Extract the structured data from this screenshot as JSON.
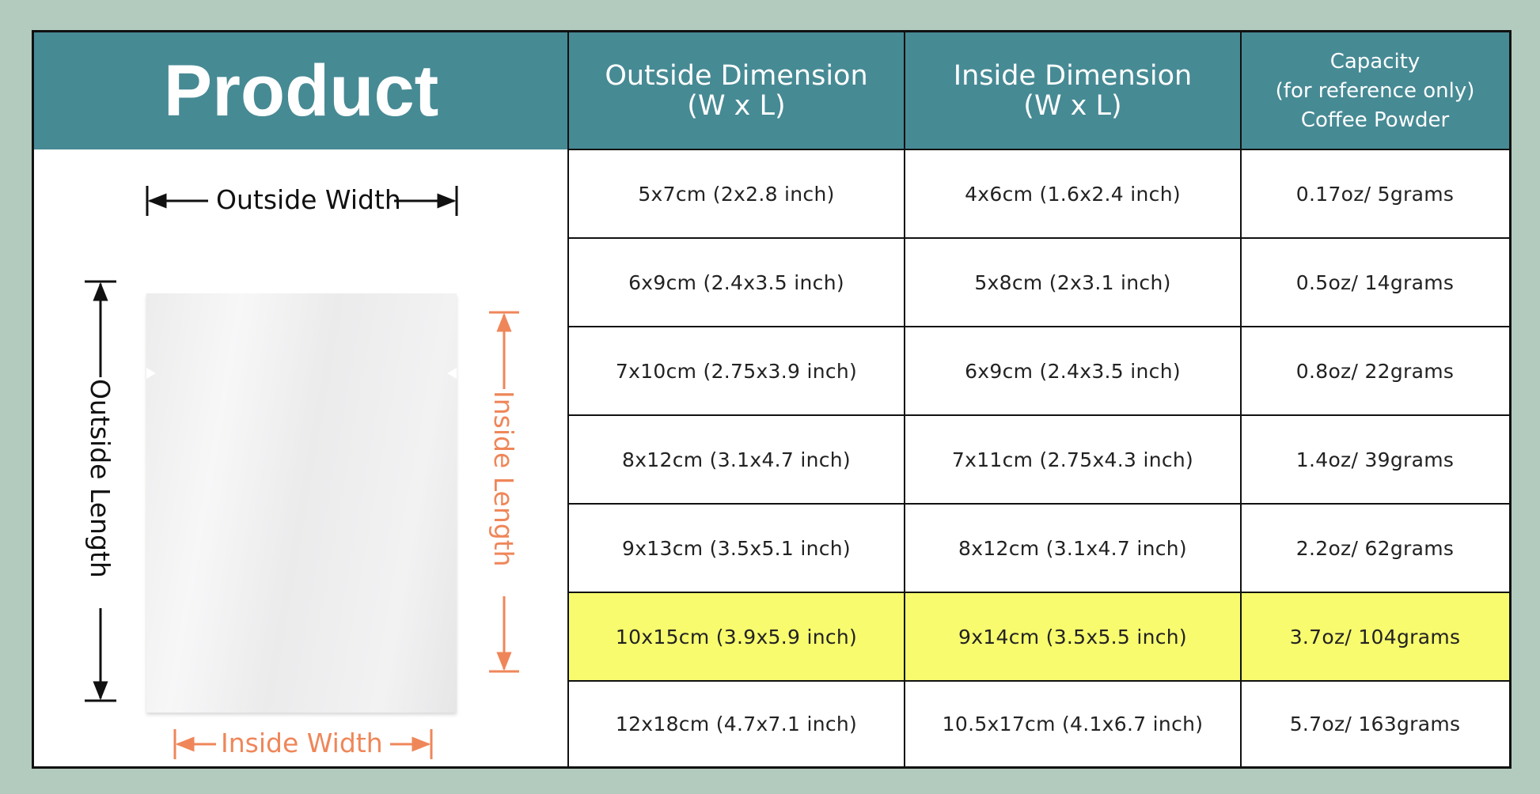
{
  "header": {
    "product": "Product",
    "outside_dimension": [
      "Outside Dimension",
      "(W x L)"
    ],
    "inside_dimension": [
      "Inside Dimension",
      "(W x L)"
    ],
    "capacity": [
      "Capacity",
      "(for reference only)",
      "Coffee Powder"
    ]
  },
  "diagram": {
    "outside_width": "Outside Width",
    "outside_length": "Outside Length",
    "inside_width": "Inside Width",
    "inside_length": "Inside Length",
    "colors": {
      "outside": "#111111",
      "inside": "#ef8659"
    }
  },
  "rows": [
    {
      "outside": "5x7cm (2x2.8 inch)",
      "inside": "4x6cm (1.6x2.4 inch)",
      "capacity": "0.17oz/ 5grams"
    },
    {
      "outside": "6x9cm (2.4x3.5 inch)",
      "inside": "5x8cm (2x3.1 inch)",
      "capacity": "0.5oz/ 14grams"
    },
    {
      "outside": "7x10cm (2.75x3.9 inch)",
      "inside": "6x9cm (2.4x3.5 inch)",
      "capacity": "0.8oz/ 22grams"
    },
    {
      "outside": "8x12cm (3.1x4.7 inch)",
      "inside": "7x11cm (2.75x4.3 inch)",
      "capacity": "1.4oz/ 39grams"
    },
    {
      "outside": "9x13cm (3.5x5.1 inch)",
      "inside": "8x12cm (3.1x4.7 inch)",
      "capacity": "2.2oz/ 62grams"
    },
    {
      "outside": "10x15cm (3.9x5.9 inch)",
      "inside": "9x14cm (3.5x5.5 inch)",
      "capacity": "3.7oz/ 104grams",
      "highlighted": true
    },
    {
      "outside": "12x18cm (4.7x7.1 inch)",
      "inside": "10.5x17cm (4.1x6.7 inch)",
      "capacity": "5.7oz/ 163grams"
    }
  ],
  "colors": {
    "background": "#b3cbbe",
    "header": "#468a94",
    "highlight": "#f7fb6d",
    "border": "#111111"
  }
}
